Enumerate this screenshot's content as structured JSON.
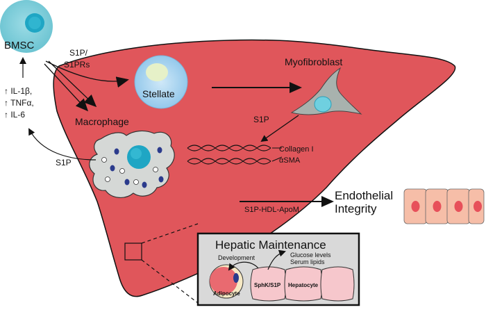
{
  "labels": {
    "bmsc": "BMSC",
    "s1p_s1prs_line1": "S1P/",
    "s1p_s1prs_line2": "S1PRs",
    "cytokines_line1": "↑ IL-1β,",
    "cytokines_line2": "↑ TNFα,",
    "cytokines_line3": "↑ IL-6",
    "stellate": "Stellate",
    "myofibroblast": "Myofibroblast",
    "s1p_myofib": "S1P",
    "macrophage": "Macrophage",
    "s1p_macrophage": "S1P",
    "collagen": "Collagen I",
    "asma": "αSMA",
    "endothelial_line1": "Endothelial",
    "endothelial_line2": "Integrity",
    "s1p_hdl_apom": "S1P-HDL-ApoM"
  },
  "inset": {
    "title": "Hepatic Maintenance",
    "development": "Development",
    "glucose": "Glucose levels",
    "serum_lipids": "Serum lipids",
    "adipocyte": "Adipocyte",
    "sphk": "SphK/S1P",
    "hepatocyte": "Hepatocyte"
  },
  "colors": {
    "liver": "#e0565b",
    "bmsc": "#74c9d6",
    "stellate": "#a8d4ef",
    "endothelial": "#f6bea8",
    "hepatocyte": "#f6c7cc"
  }
}
